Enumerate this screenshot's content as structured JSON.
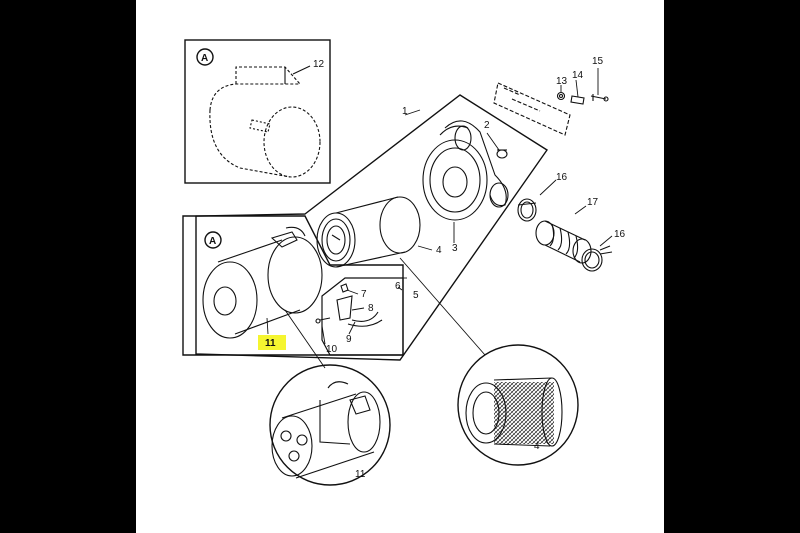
{
  "diagram": {
    "callouts": {
      "detail_letter_top": "A",
      "detail_letter_inner": "A",
      "p1": "1",
      "p2": "2",
      "p3": "3",
      "p4": "4",
      "p4_detail": "4",
      "p5": "5",
      "p6": "6",
      "p7": "7",
      "p8": "8",
      "p9": "9",
      "p10": "10",
      "p11": "11",
      "p11_detail": "11",
      "p12": "12",
      "p13": "13",
      "p14": "14",
      "p15": "15",
      "p16_top": "16",
      "p16_bottom": "16",
      "p17": "17"
    },
    "colors": {
      "background": "#000000",
      "paper": "#ffffff",
      "line": "#111111",
      "highlight": "#f5f530"
    },
    "highlighted_part": "11"
  }
}
